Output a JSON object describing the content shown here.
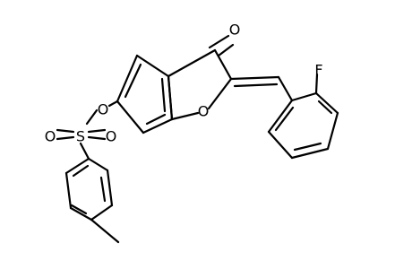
{
  "structure": {
    "atoms": {
      "carbonyl_o": "O",
      "fluorine": "F",
      "ring_o": "O",
      "ester_o": "O",
      "sulfur": "S",
      "sulfonyl_o_left": "O",
      "sulfonyl_o_right": "O"
    }
  }
}
